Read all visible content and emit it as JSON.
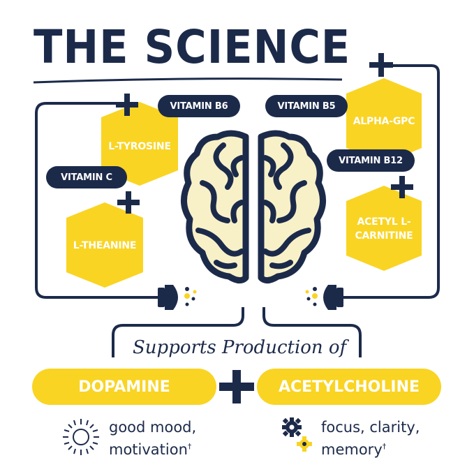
{
  "title": "THE SCIENCE",
  "nutrients": {
    "vitamin_b6": "VITAMIN B6",
    "vitamin_b5": "VITAMIN B5",
    "vitamin_c": "VITAMIN C",
    "vitamin_b12": "VITAMIN B12",
    "l_tyrosine": "L-TYROSINE",
    "l_theanine": "L-THEANINE",
    "alpha_gpc": "ALPHA-GPC",
    "acetyl_line1": "ACETYL L-",
    "acetyl_line2": "CARNITINE"
  },
  "supports": "Supports Production of",
  "outputs": {
    "dopamine": "DOPAMINE",
    "acetylcholine": "ACETYLCHOLINE"
  },
  "benefits": {
    "left_line1": "good mood,",
    "left_line2": "motivation",
    "right_line1": "focus, clarity,",
    "right_line2": "memory",
    "dagger": "†"
  },
  "icons": {
    "sun": "sun-icon",
    "gears": "gears-icon",
    "plus": "plus-icon",
    "plug": "plug-icon",
    "brain": "brain-icon"
  },
  "colors": {
    "navy": "#1c2a4a",
    "yellow": "#f9d423",
    "brain_fill": "#f8f1c8"
  }
}
